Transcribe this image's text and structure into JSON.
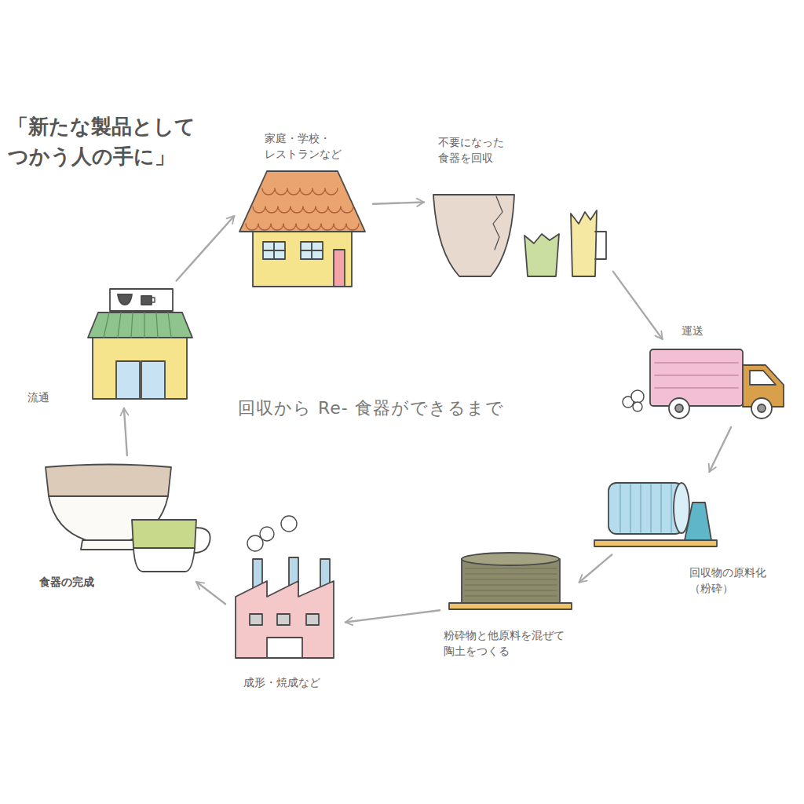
{
  "diagram": {
    "title": "回収から Re- 食器ができるまで",
    "nodes": [
      {
        "text": [
          "家庭・学校・ レストランなど"
        ]
      },
      {
        "text": [
          "不要になった 食器を回収"
        ]
      },
      {
        "text": [
          "運送"
        ]
      },
      {
        "text": [
          "回収物の原料化 （粉砕）"
        ]
      },
      {
        "text": [
          "粉砕物と他原料を混ぜて 陶土をつくる"
        ]
      },
      {
        "text": [
          "成形・焼成など"
        ]
      },
      {
        "text": [
          "食器の完成"
        ]
      },
      {
        "text": [
          "流通"
        ]
      }
    ],
    "edges": [
      {
        "from": 0,
        "to": 1,
        "arrow": "to"
      },
      {
        "from": 1,
        "to": 2,
        "arrow": "to"
      },
      {
        "from": 2,
        "to": 3,
        "arrow": "to"
      },
      {
        "from": 3,
        "to": 4,
        "arrow": "to"
      },
      {
        "from": 4,
        "to": 5,
        "arrow": "to"
      },
      {
        "from": 5,
        "to": 6,
        "arrow": "to"
      },
      {
        "from": 6,
        "to": 7,
        "arrow": "to"
      },
      {
        "from": 7,
        "to": 0,
        "arrow": "to"
      }
    ],
    "labels": [
      "「新たな製品として つかう人の手に」"
    ]
  }
}
